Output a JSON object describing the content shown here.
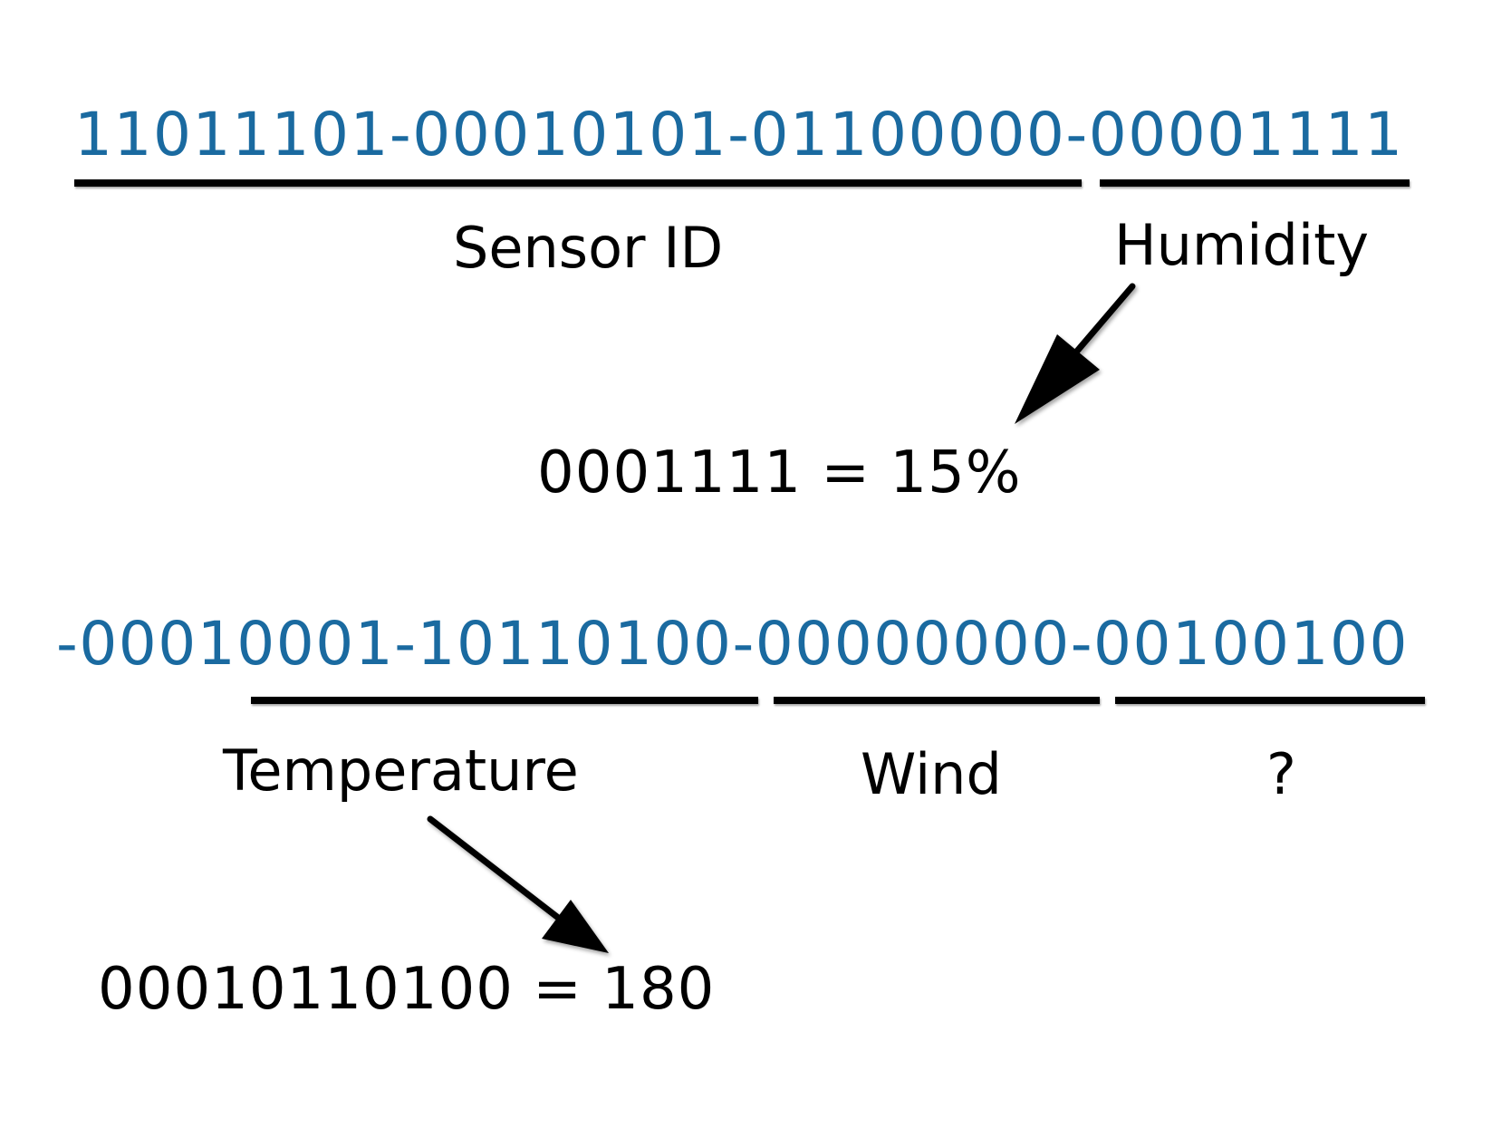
{
  "row1": {
    "bits": "11011101-00010101-01100000-00001111",
    "labels": {
      "sensor_id": "Sensor ID",
      "humidity": "Humidity"
    },
    "equation": "0001111 = 15%"
  },
  "row2": {
    "bits": "-00010001-10110100-00000000-00100100",
    "labels": {
      "temperature": "Temperature",
      "wind": "Wind",
      "unknown": "?"
    },
    "equation": "00010110100 = 180"
  },
  "colors": {
    "bits": "#1a6aa0",
    "text": "#000000",
    "background": "#ffffff"
  }
}
